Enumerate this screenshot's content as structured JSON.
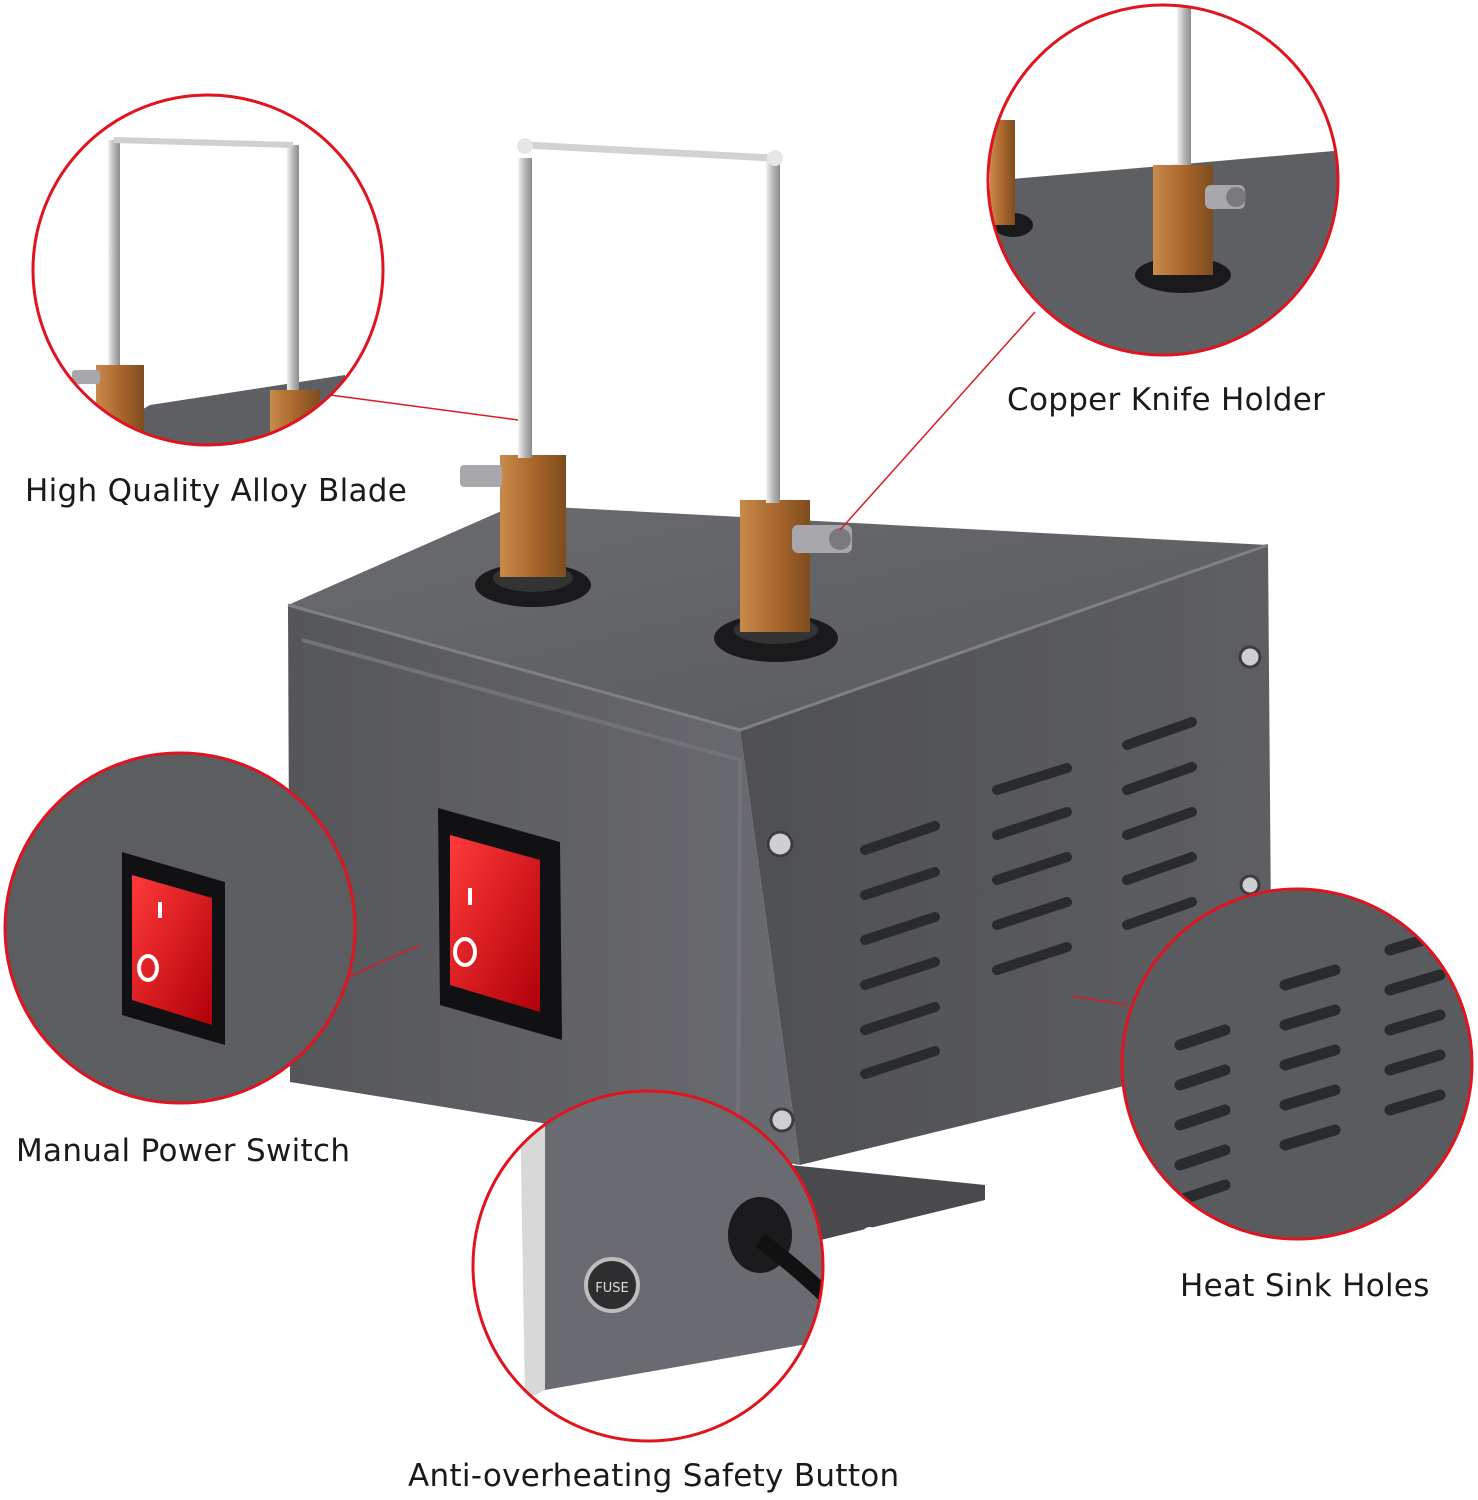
{
  "callouts": {
    "alloy_blade": "High Quality Alloy Blade",
    "copper_holder": "Copper Knife Holder",
    "power_switch": "Manual Power Switch",
    "heat_sink": "Heat Sink Holes",
    "safety_button": "Anti-overheating Safety Button"
  },
  "switch_marks": {
    "on": "I",
    "off": "O"
  },
  "fuse_text": "FUSE",
  "colors": {
    "housing": "#5a5a5e",
    "accent_red": "#e0141e",
    "copper": "#b87333",
    "switch_red": "#d8121a"
  }
}
